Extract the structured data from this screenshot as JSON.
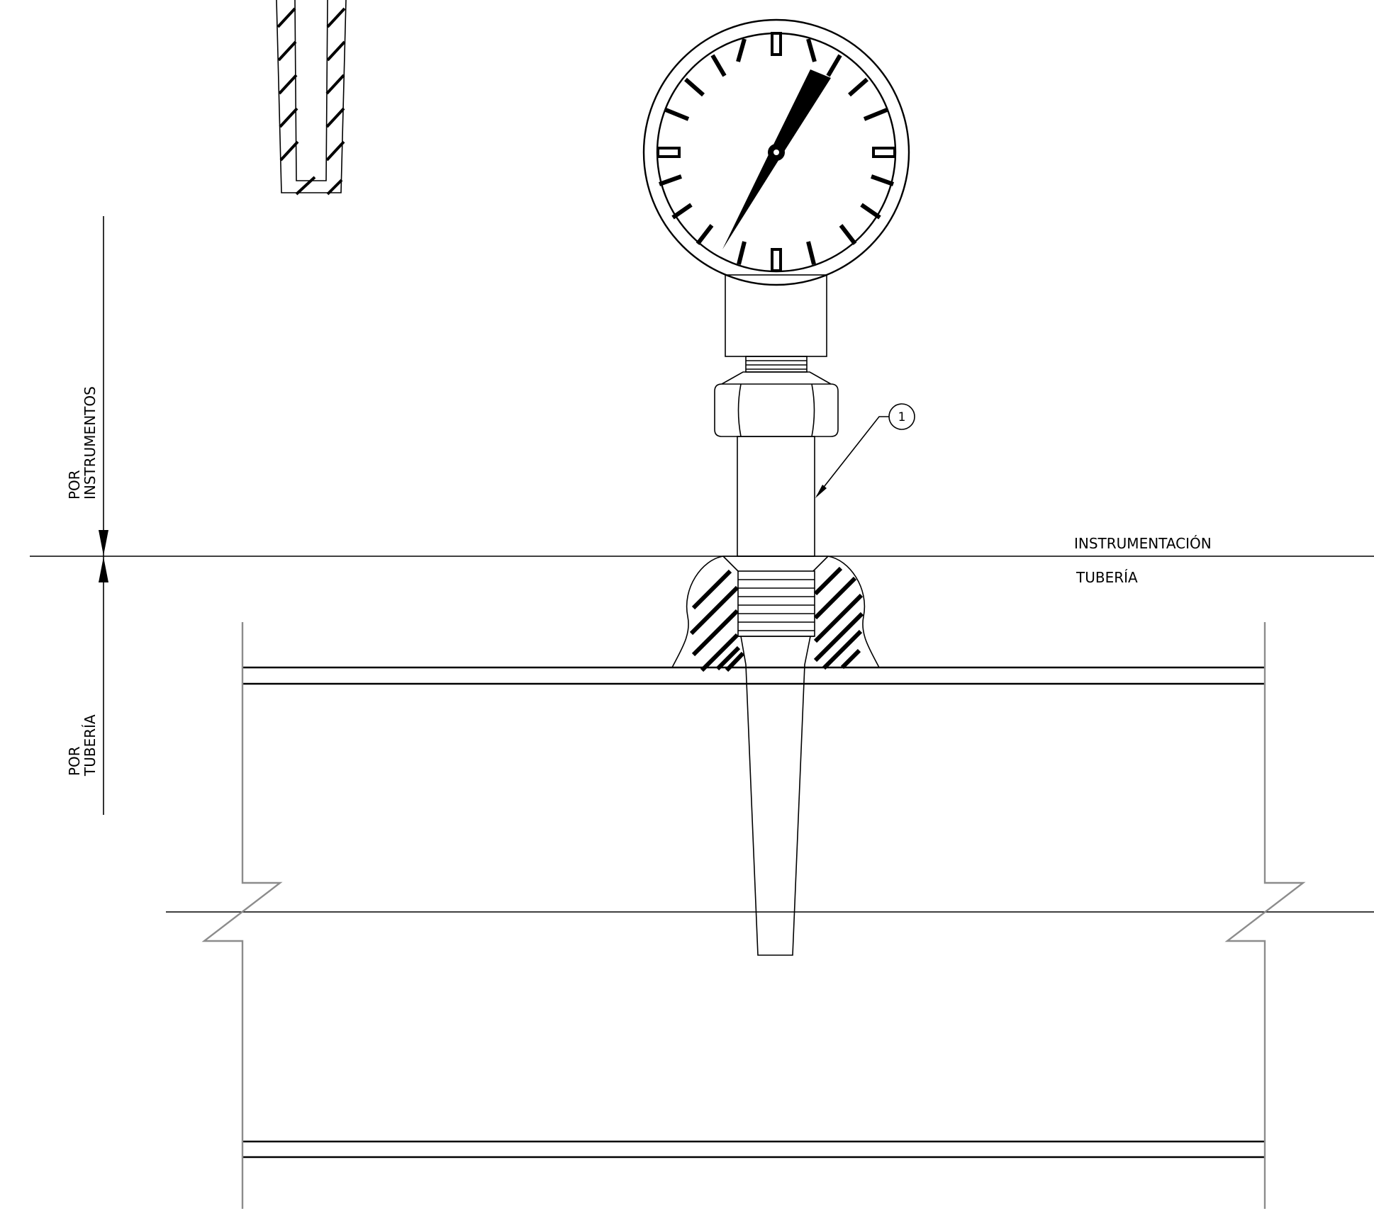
{
  "labels": {
    "zone_upper": "INSTRUMENTACIÓN",
    "zone_lower": "TUBERÍA",
    "dim_upper_line1": "POR",
    "dim_upper_line2": "INSTRUMENTOS",
    "dim_lower_line1": "POR",
    "dim_lower_line2": "TUBERÍA"
  },
  "callouts": [
    {
      "number": "1"
    }
  ]
}
